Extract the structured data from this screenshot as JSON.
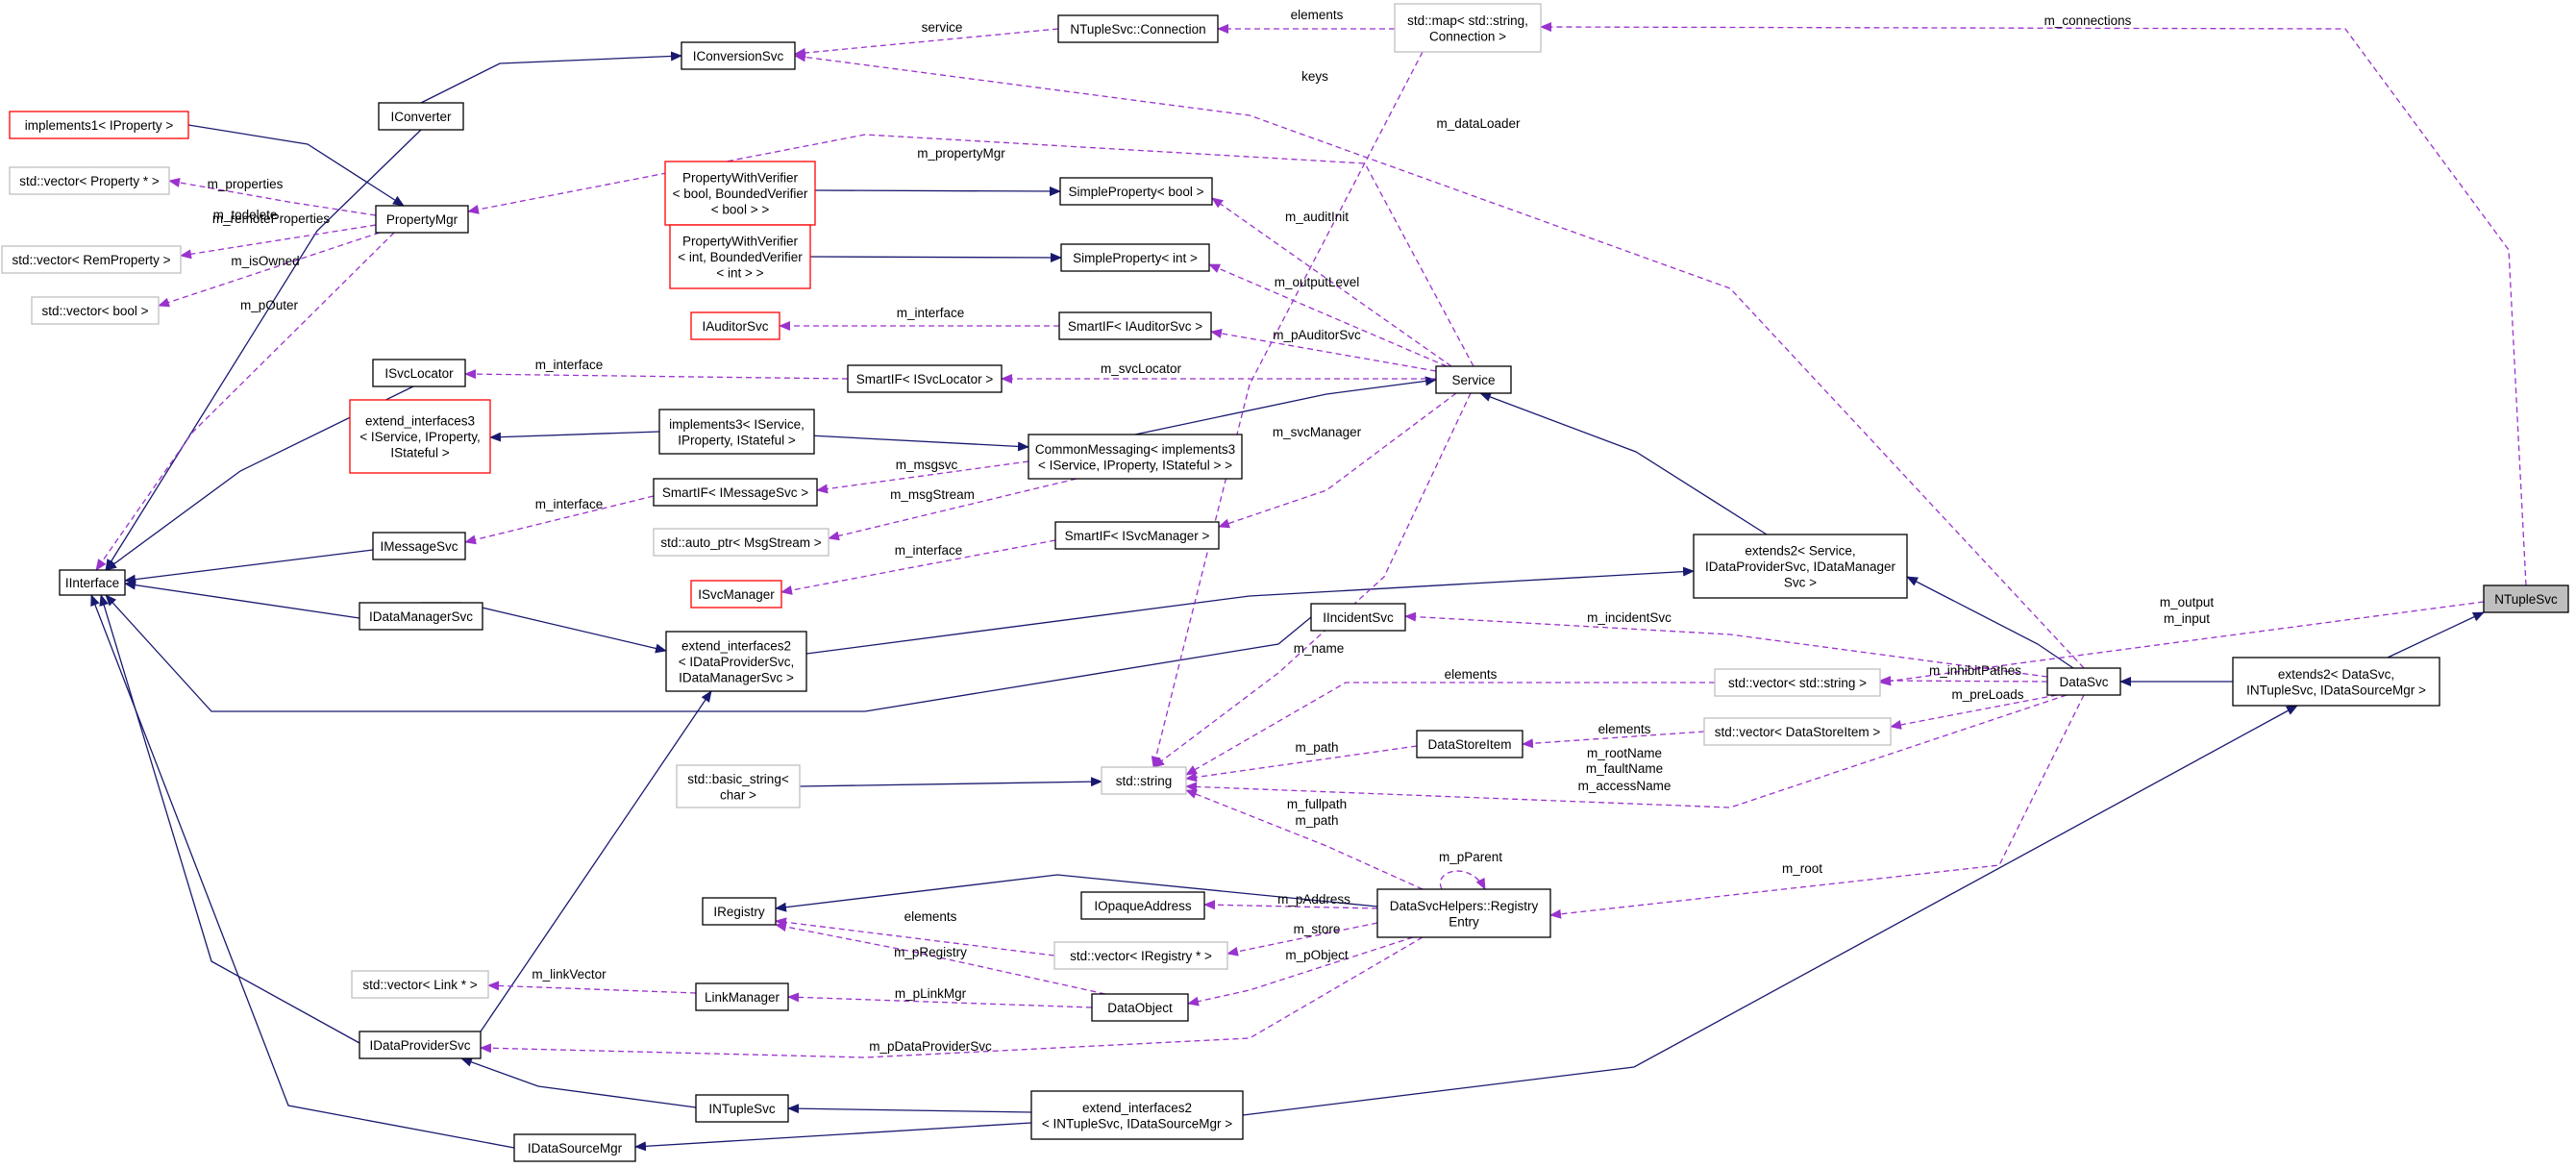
{
  "diagram": {
    "title": "",
    "colors": {
      "inherit_edge": "#191970",
      "usage_edge": "#9a32cd",
      "box_normal": "#000000",
      "box_external": "#bfbfbf",
      "box_undocumented": "#ff0000",
      "box_highlight": "#bfbfbf"
    },
    "nodes": [
      {
        "id": "ntuplesvc",
        "lines": [
          "NTupleSvc"
        ],
        "style": "highlight"
      },
      {
        "id": "extends2_datasvc",
        "lines": [
          "extends2< DataSvc,",
          "INTupleSvc, IDataSourceMgr >"
        ],
        "style": "normal"
      },
      {
        "id": "datasvc",
        "lines": [
          "DataSvc"
        ],
        "style": "normal"
      },
      {
        "id": "extends2_service",
        "lines": [
          "extends2< Service,",
          "IDataProviderSvc, IDataManager",
          "Svc >"
        ],
        "style": "normal"
      },
      {
        "id": "service",
        "lines": [
          "Service"
        ],
        "style": "normal"
      },
      {
        "id": "commonmessaging",
        "lines": [
          "CommonMessaging< implements3",
          "< IService, IProperty, IStateful > >"
        ],
        "style": "normal"
      },
      {
        "id": "implements3",
        "lines": [
          "implements3< IService,",
          "IProperty, IStateful >"
        ],
        "style": "normal"
      },
      {
        "id": "extend_interfaces3",
        "lines": [
          "extend_interfaces3",
          "< IService, IProperty,",
          "IStateful >"
        ],
        "style": "undocumented"
      },
      {
        "id": "iinterface",
        "lines": [
          "IInterface"
        ],
        "style": "normal"
      },
      {
        "id": "iconverter",
        "lines": [
          "IConverter"
        ],
        "style": "normal"
      },
      {
        "id": "iconversionsvc",
        "lines": [
          "IConversionSvc"
        ],
        "style": "normal"
      },
      {
        "id": "ntuplesvc_connection",
        "lines": [
          "NTupleSvc::Connection"
        ],
        "style": "normal"
      },
      {
        "id": "stdmap",
        "lines": [
          "std::map< std::string,",
          "Connection >"
        ],
        "style": "external"
      },
      {
        "id": "implements1",
        "lines": [
          "implements1< IProperty >"
        ],
        "style": "undocumented"
      },
      {
        "id": "vector_property",
        "lines": [
          "std::vector< Property * >"
        ],
        "style": "external"
      },
      {
        "id": "propertymgr",
        "lines": [
          "PropertyMgr"
        ],
        "style": "normal"
      },
      {
        "id": "vector_remproperty",
        "lines": [
          "std::vector< RemProperty >"
        ],
        "style": "external"
      },
      {
        "id": "vector_bool",
        "lines": [
          "std::vector< bool >"
        ],
        "style": "external"
      },
      {
        "id": "pwv_bool",
        "lines": [
          "PropertyWithVerifier",
          "< bool, BoundedVerifier",
          "< bool > >"
        ],
        "style": "undocumented"
      },
      {
        "id": "simpleproperty_bool",
        "lines": [
          "SimpleProperty< bool >"
        ],
        "style": "normal"
      },
      {
        "id": "pwv_int",
        "lines": [
          "PropertyWithVerifier",
          "< int, BoundedVerifier",
          "< int > >"
        ],
        "style": "undocumented"
      },
      {
        "id": "simpleproperty_int",
        "lines": [
          "SimpleProperty< int >"
        ],
        "style": "normal"
      },
      {
        "id": "iauditorsvc",
        "lines": [
          "IAuditorSvc"
        ],
        "style": "undocumented"
      },
      {
        "id": "smartif_iauditorsvc",
        "lines": [
          "SmartIF< IAuditorSvc >"
        ],
        "style": "normal"
      },
      {
        "id": "isvclocator",
        "lines": [
          "ISvcLocator"
        ],
        "style": "normal"
      },
      {
        "id": "smartif_isvclocator",
        "lines": [
          "SmartIF< ISvcLocator >"
        ],
        "style": "normal"
      },
      {
        "id": "smartif_imessagesvc",
        "lines": [
          "SmartIF< IMessageSvc >"
        ],
        "style": "normal"
      },
      {
        "id": "imessagesvc",
        "lines": [
          "IMessageSvc"
        ],
        "style": "normal"
      },
      {
        "id": "auto_ptr_msgstream",
        "lines": [
          "std::auto_ptr< MsgStream >"
        ],
        "style": "external"
      },
      {
        "id": "smartif_isvcmanager",
        "lines": [
          "SmartIF< ISvcManager >"
        ],
        "style": "normal"
      },
      {
        "id": "isvcmanager",
        "lines": [
          "ISvcManager"
        ],
        "style": "undocumented"
      },
      {
        "id": "idatamanagersvc",
        "lines": [
          "IDataManagerSvc"
        ],
        "style": "normal"
      },
      {
        "id": "extend_interfaces2_dp",
        "lines": [
          "extend_interfaces2",
          "< IDataProviderSvc,",
          "IDataManagerSvc >"
        ],
        "style": "normal"
      },
      {
        "id": "iincidentsvc",
        "lines": [
          "IIncidentSvc"
        ],
        "style": "normal"
      },
      {
        "id": "vector_string",
        "lines": [
          "std::vector< std::string >"
        ],
        "style": "external"
      },
      {
        "id": "datastoreitem",
        "lines": [
          "DataStoreItem"
        ],
        "style": "normal"
      },
      {
        "id": "vector_datastoreitem",
        "lines": [
          "std::vector< DataStoreItem >"
        ],
        "style": "external"
      },
      {
        "id": "basic_string",
        "lines": [
          "std::basic_string<",
          "char >"
        ],
        "style": "external"
      },
      {
        "id": "stdstring",
        "lines": [
          "std::string"
        ],
        "style": "external"
      },
      {
        "id": "iregistry",
        "lines": [
          "IRegistry"
        ],
        "style": "normal"
      },
      {
        "id": "iopaqueaddress",
        "lines": [
          "IOpaqueAddress"
        ],
        "style": "normal"
      },
      {
        "id": "registryentry",
        "lines": [
          "DataSvcHelpers::Registry",
          "Entry"
        ],
        "style": "normal"
      },
      {
        "id": "vector_iregistry",
        "lines": [
          "std::vector< IRegistry * >"
        ],
        "style": "external"
      },
      {
        "id": "vector_link",
        "lines": [
          "std::vector< Link * >"
        ],
        "style": "external"
      },
      {
        "id": "linkmanager",
        "lines": [
          "LinkManager"
        ],
        "style": "normal"
      },
      {
        "id": "dataobject",
        "lines": [
          "DataObject"
        ],
        "style": "normal"
      },
      {
        "id": "idataprovidersvc",
        "lines": [
          "IDataProviderSvc"
        ],
        "style": "normal"
      },
      {
        "id": "intuplesvc",
        "lines": [
          "INTupleSvc"
        ],
        "style": "normal"
      },
      {
        "id": "idatasourcemgr",
        "lines": [
          "IDataSourceMgr"
        ],
        "style": "normal"
      },
      {
        "id": "extend_interfaces2_nt",
        "lines": [
          "extend_interfaces2",
          "< INTupleSvc, IDataSourceMgr >"
        ],
        "style": "normal"
      }
    ],
    "edges": [
      {
        "from": "extends2_datasvc",
        "to": "ntuplesvc",
        "kind": "inherit",
        "labels": []
      },
      {
        "from": "datasvc",
        "to": "extends2_datasvc",
        "kind": "inherit",
        "labels": []
      },
      {
        "from": "extends2_service",
        "to": "datasvc",
        "kind": "inherit",
        "labels": []
      },
      {
        "from": "service",
        "to": "extends2_service",
        "kind": "inherit",
        "labels": []
      },
      {
        "from": "commonmessaging",
        "to": "service",
        "kind": "inherit",
        "labels": []
      },
      {
        "from": "implements3",
        "to": "commonmessaging",
        "kind": "inherit",
        "labels": []
      },
      {
        "from": "extend_interfaces3",
        "to": "implements3",
        "kind": "inherit",
        "labels": []
      },
      {
        "from": "iinterface",
        "to": "iconverter",
        "kind": "inherit",
        "labels": []
      },
      {
        "from": "iconverter",
        "to": "iconversionsvc",
        "kind": "inherit",
        "labels": []
      },
      {
        "from": "implements1",
        "to": "propertymgr",
        "kind": "inherit",
        "labels": []
      },
      {
        "from": "pwv_bool",
        "to": "simpleproperty_bool",
        "kind": "inherit",
        "labels": []
      },
      {
        "from": "pwv_int",
        "to": "simpleproperty_int",
        "kind": "inherit",
        "labels": []
      },
      {
        "from": "iinterface",
        "to": "isvclocator",
        "kind": "inherit",
        "labels": []
      },
      {
        "from": "iinterface",
        "to": "imessagesvc",
        "kind": "inherit",
        "labels": []
      },
      {
        "from": "iinterface",
        "to": "idatamanagersvc",
        "kind": "inherit",
        "labels": []
      },
      {
        "from": "idatamanagersvc",
        "to": "extend_interfaces2_dp",
        "kind": "inherit",
        "labels": []
      },
      {
        "from": "extend_interfaces2_dp",
        "to": "extends2_service",
        "kind": "inherit",
        "labels": []
      },
      {
        "from": "iinterface",
        "to": "iincidentsvc",
        "kind": "inherit",
        "labels": []
      },
      {
        "from": "basic_string",
        "to": "stdstring",
        "kind": "inherit",
        "labels": []
      },
      {
        "from": "iregistry",
        "to": "registryentry",
        "kind": "inherit",
        "labels": []
      },
      {
        "from": "iinterface",
        "to": "idataprovidersvc",
        "kind": "inherit",
        "labels": []
      },
      {
        "from": "idataprovidersvc",
        "to": "extend_interfaces2_dp",
        "kind": "inherit",
        "labels": []
      },
      {
        "from": "idataprovidersvc",
        "to": "intuplesvc",
        "kind": "inherit",
        "labels": []
      },
      {
        "from": "intuplesvc",
        "to": "extend_interfaces2_nt",
        "kind": "inherit",
        "labels": []
      },
      {
        "from": "iinterface",
        "to": "idatasourcemgr",
        "kind": "inherit",
        "labels": []
      },
      {
        "from": "idatasourcemgr",
        "to": "extend_interfaces2_nt",
        "kind": "inherit",
        "labels": []
      },
      {
        "from": "extend_interfaces2_nt",
        "to": "extends2_datasvc",
        "kind": "inherit",
        "labels": []
      },
      {
        "from": "ntuplesvc_connection",
        "to": "iconversionsvc",
        "kind": "usage",
        "labels": [
          "service"
        ]
      },
      {
        "from": "stdmap",
        "to": "ntuplesvc_connection",
        "kind": "usage",
        "labels": [
          "elements"
        ]
      },
      {
        "from": "ntuplesvc",
        "to": "stdmap",
        "kind": "usage",
        "labels": [
          "m_connections"
        ]
      },
      {
        "from": "datasvc",
        "to": "iconversionsvc",
        "kind": "usage",
        "labels": [
          "m_dataLoader"
        ]
      },
      {
        "from": "propertymgr",
        "to": "vector_property",
        "kind": "usage",
        "labels": [
          "m_todelete",
          "m_properties"
        ]
      },
      {
        "from": "propertymgr",
        "to": "vector_remproperty",
        "kind": "usage",
        "labels": [
          "m_remoteProperties"
        ]
      },
      {
        "from": "propertymgr",
        "to": "vector_bool",
        "kind": "usage",
        "labels": [
          "m_isOwned"
        ]
      },
      {
        "from": "propertymgr",
        "to": "iinterface",
        "kind": "usage",
        "labels": [
          "m_pOuter"
        ]
      },
      {
        "from": "service",
        "to": "propertymgr",
        "kind": "usage",
        "labels": [
          "m_propertyMgr"
        ]
      },
      {
        "from": "service",
        "to": "simpleproperty_bool",
        "kind": "usage",
        "labels": [
          "m_auditInit"
        ]
      },
      {
        "from": "service",
        "to": "simpleproperty_int",
        "kind": "usage",
        "labels": [
          "m_outputLevel"
        ]
      },
      {
        "from": "smartif_iauditorsvc",
        "to": "iauditorsvc",
        "kind": "usage",
        "labels": [
          "m_interface"
        ]
      },
      {
        "from": "service",
        "to": "smartif_iauditorsvc",
        "kind": "usage",
        "labels": [
          "m_pAuditorSvc"
        ]
      },
      {
        "from": "smartif_isvclocator",
        "to": "isvclocator",
        "kind": "usage",
        "labels": [
          "m_interface"
        ]
      },
      {
        "from": "service",
        "to": "smartif_isvclocator",
        "kind": "usage",
        "labels": [
          "m_svcLocator"
        ]
      },
      {
        "from": "commonmessaging",
        "to": "smartif_imessagesvc",
        "kind": "usage",
        "labels": [
          "m_msgsvc"
        ]
      },
      {
        "from": "smartif_imessagesvc",
        "to": "imessagesvc",
        "kind": "usage",
        "labels": [
          "m_interface"
        ]
      },
      {
        "from": "commonmessaging",
        "to": "auto_ptr_msgstream",
        "kind": "usage",
        "labels": [
          "m_msgStream"
        ]
      },
      {
        "from": "service",
        "to": "smartif_isvcmanager",
        "kind": "usage",
        "labels": [
          "m_svcManager"
        ]
      },
      {
        "from": "smartif_isvcmanager",
        "to": "isvcmanager",
        "kind": "usage",
        "labels": [
          "m_interface"
        ]
      },
      {
        "from": "datasvc",
        "to": "iincidentsvc",
        "kind": "usage",
        "labels": [
          "m_incidentSvc"
        ]
      },
      {
        "from": "ntuplesvc",
        "to": "vector_string",
        "kind": "usage",
        "labels": [
          "m_output",
          "m_input"
        ]
      },
      {
        "from": "datasvc",
        "to": "vector_string",
        "kind": "usage",
        "labels": [
          "m_inhibitPathes"
        ]
      },
      {
        "from": "datasvc",
        "to": "vector_datastoreitem",
        "kind": "usage",
        "labels": [
          "m_preLoads"
        ]
      },
      {
        "from": "vector_datastoreitem",
        "to": "datastoreitem",
        "kind": "usage",
        "labels": [
          "elements"
        ]
      },
      {
        "from": "stdmap",
        "to": "stdstring",
        "kind": "usage",
        "labels": [
          "keys"
        ]
      },
      {
        "from": "service",
        "to": "stdstring",
        "kind": "usage",
        "labels": [
          "m_name"
        ]
      },
      {
        "from": "vector_string",
        "to": "stdstring",
        "kind": "usage",
        "labels": [
          "elements"
        ]
      },
      {
        "from": "datastoreitem",
        "to": "stdstring",
        "kind": "usage",
        "labels": [
          "m_path"
        ]
      },
      {
        "from": "datasvc",
        "to": "stdstring",
        "kind": "usage",
        "labels": [
          "m_rootName",
          "m_faultName",
          "m_accessName"
        ]
      },
      {
        "from": "registryentry",
        "to": "stdstring",
        "kind": "usage",
        "labels": [
          "m_fullpath",
          "m_path"
        ]
      },
      {
        "from": "registryentry",
        "to": "registryentry",
        "kind": "usage",
        "labels": [
          "m_pParent"
        ]
      },
      {
        "from": "datasvc",
        "to": "registryentry",
        "kind": "usage",
        "labels": [
          "m_root"
        ]
      },
      {
        "from": "registryentry",
        "to": "iopaqueaddress",
        "kind": "usage",
        "labels": [
          "m_pAddress"
        ]
      },
      {
        "from": "registryentry",
        "to": "vector_iregistry",
        "kind": "usage",
        "labels": [
          "m_store"
        ]
      },
      {
        "from": "vector_iregistry",
        "to": "iregistry",
        "kind": "usage",
        "labels": [
          "elements"
        ]
      },
      {
        "from": "dataobject",
        "to": "iregistry",
        "kind": "usage",
        "labels": [
          "m_pRegistry"
        ]
      },
      {
        "from": "registryentry",
        "to": "dataobject",
        "kind": "usage",
        "labels": [
          "m_pObject"
        ]
      },
      {
        "from": "linkmanager",
        "to": "vector_link",
        "kind": "usage",
        "labels": [
          "m_linkVector"
        ]
      },
      {
        "from": "dataobject",
        "to": "linkmanager",
        "kind": "usage",
        "labels": [
          "m_pLinkMgr"
        ]
      },
      {
        "from": "registryentry",
        "to": "idataprovidersvc",
        "kind": "usage",
        "labels": [
          "m_pDataProviderSvc"
        ]
      }
    ]
  }
}
